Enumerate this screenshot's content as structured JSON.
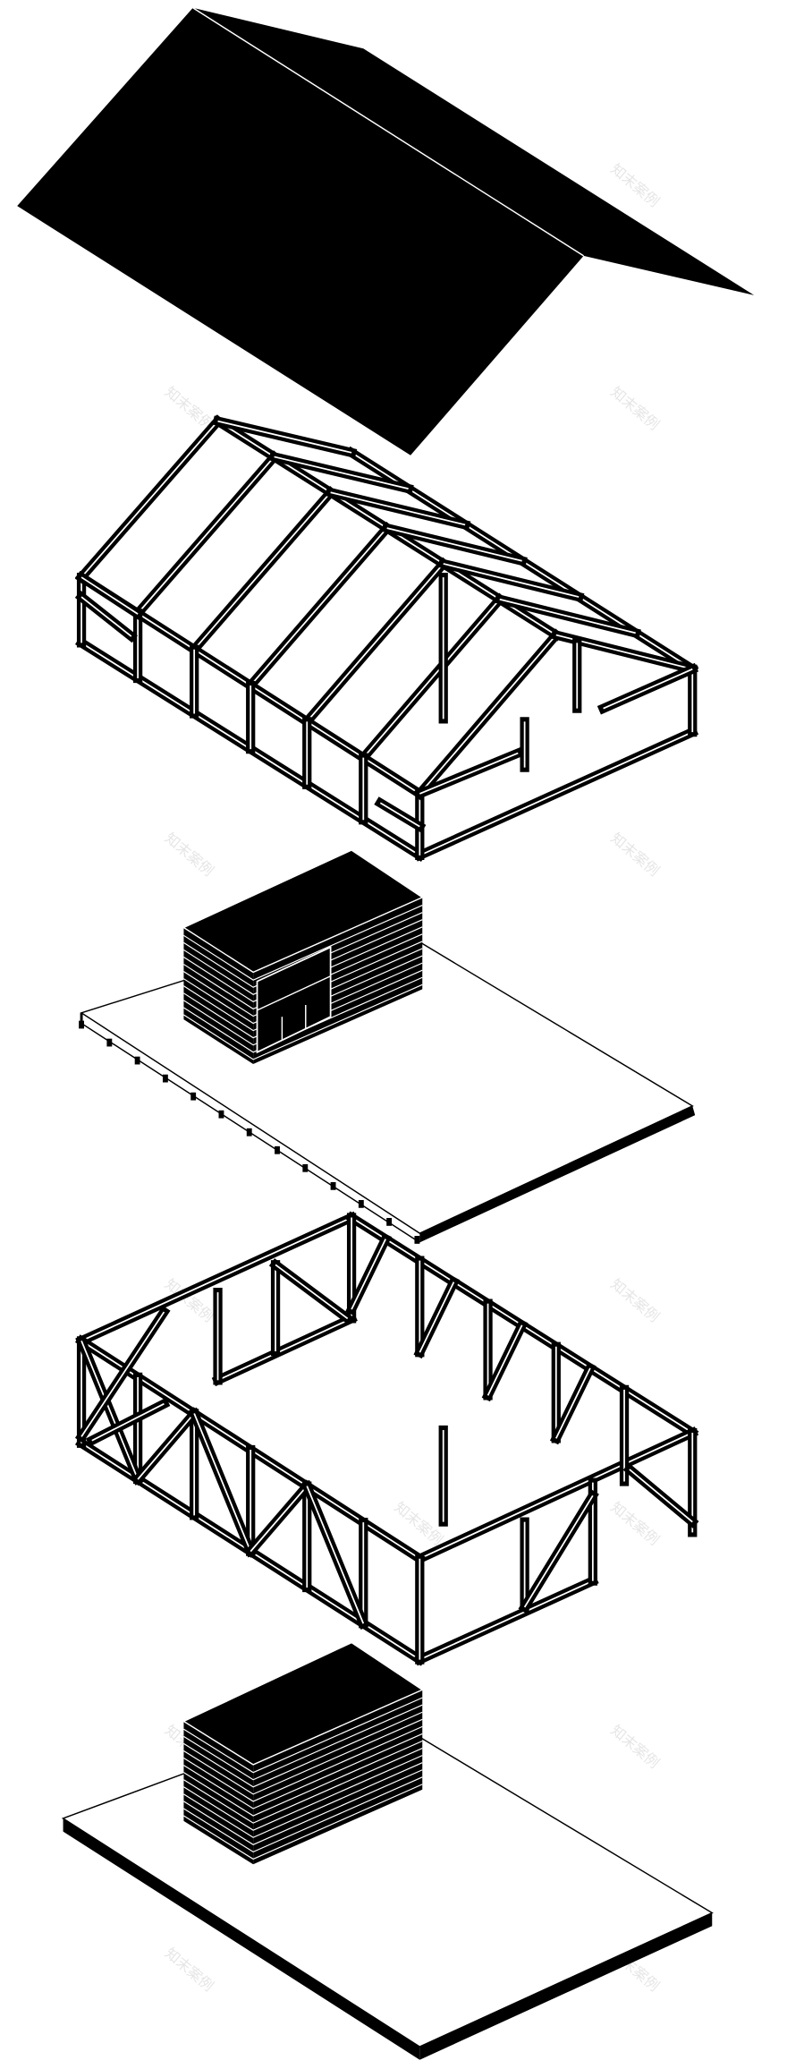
{
  "diagram": {
    "type": "exploded axonometric",
    "colors": {
      "ink": "#000000",
      "paper": "#ffffff",
      "watermark": "#e6e6e6"
    },
    "layers": [
      "roof",
      "roof-frame",
      "upper-floor-with-box",
      "wall-frame",
      "ground-slab-with-box"
    ]
  },
  "watermark": {
    "text": "知末案例"
  }
}
